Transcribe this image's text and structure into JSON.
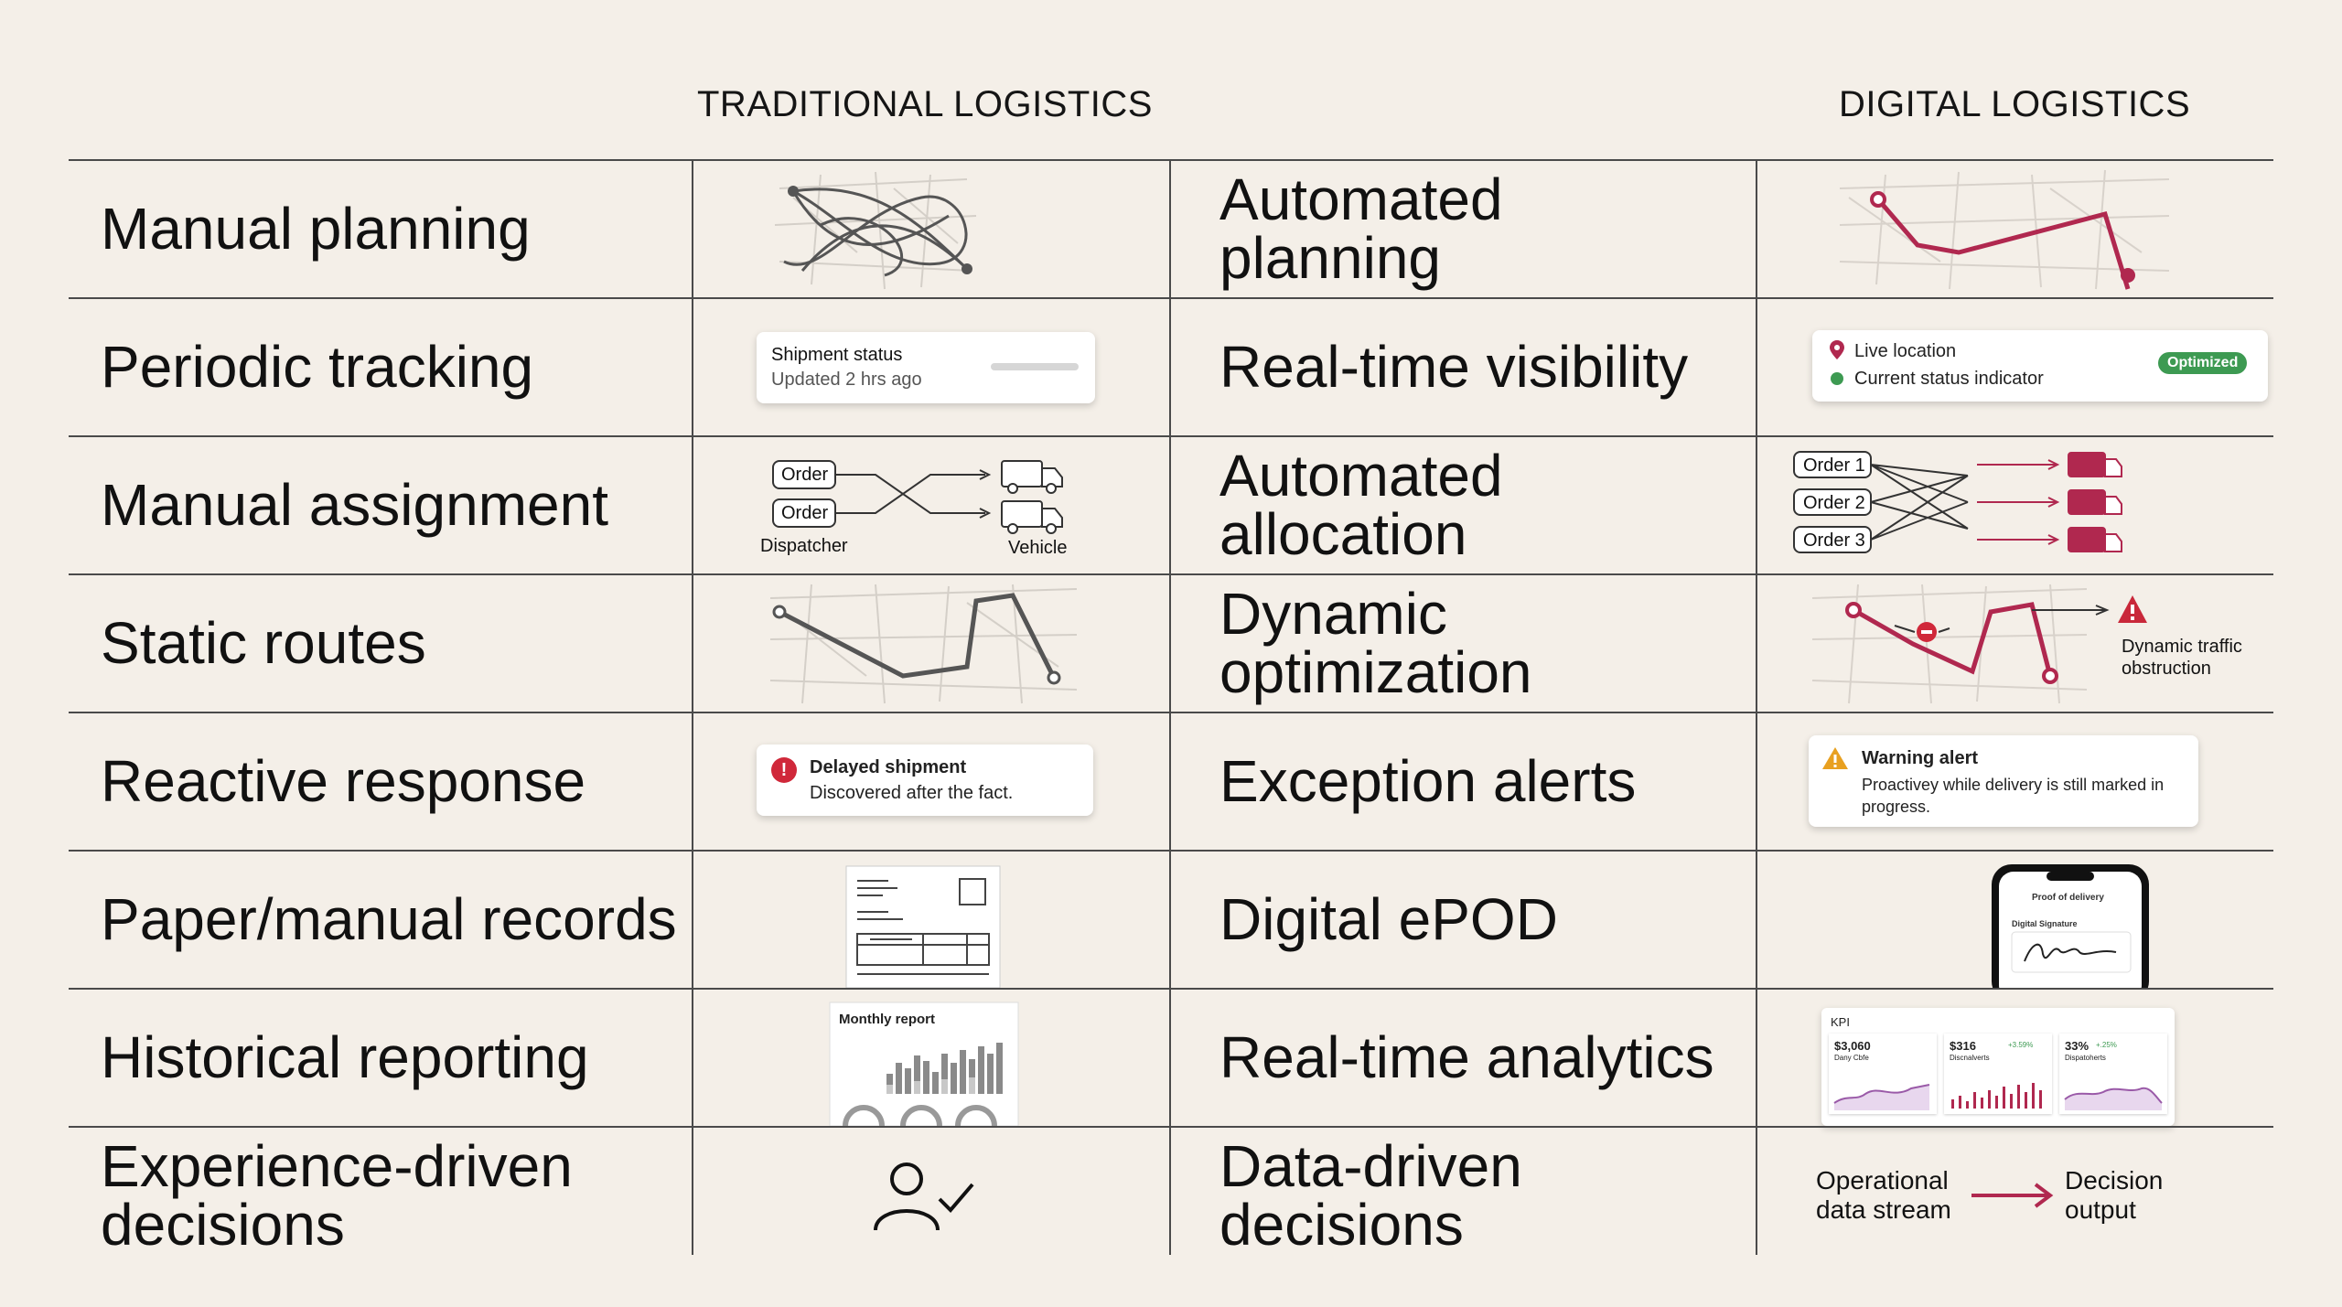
{
  "headers": {
    "traditional": "TRADITIONAL LOGISTICS",
    "digital": "DIGITAL LOGISTICS"
  },
  "rows": [
    {
      "traditional": "Manual planning",
      "digital": "Automated planning"
    },
    {
      "traditional": "Periodic tracking",
      "digital": "Real-time visibility"
    },
    {
      "traditional": "Manual assignment",
      "digital": "Automated allocation"
    },
    {
      "traditional": "Static routes",
      "digital": "Dynamic optimization"
    },
    {
      "traditional": "Reactive response",
      "digital": "Exception alerts"
    },
    {
      "traditional": "Paper/manual records",
      "digital": "Digital ePOD"
    },
    {
      "traditional": "Historical reporting",
      "digital": "Real-time analytics"
    },
    {
      "traditional": "Experience-driven decisions",
      "digital": "Data-driven decisions"
    }
  ],
  "tracking_card": {
    "title": "Shipment status",
    "subtitle": "Updated 2 hrs ago"
  },
  "visibility_card": {
    "line1": "Live location",
    "line2": "Current status indicator",
    "badge": "Optimized"
  },
  "assignment": {
    "order": "Order",
    "dispatcher": "Dispatcher",
    "vehicle": "Vehicle"
  },
  "allocation": {
    "orders": [
      "Order 1",
      "Order 2",
      "Order 3"
    ]
  },
  "dynamic": {
    "label": "Dynamic traffic obstruction"
  },
  "delayed_card": {
    "title": "Delayed shipment",
    "subtitle": "Discovered after the fact."
  },
  "warning_card": {
    "title": "Warning alert",
    "subtitle": "Proactivey while delivery is still marked in progress."
  },
  "epod": {
    "title": "Proof of delivery",
    "sig_label": "Digital Signature"
  },
  "report": {
    "title": "Monthly report"
  },
  "kpi": {
    "title": "KPI",
    "cards": [
      {
        "value": "$3,060",
        "label": "Dany Cbfe"
      },
      {
        "value": "$316",
        "label": "Discnalverts",
        "delta": "+3.59%"
      },
      {
        "value": "33%",
        "label": "Dispatoherts",
        "delta": "+.25%"
      }
    ]
  },
  "decision": {
    "from": "Operational data stream",
    "to": "Decision output"
  },
  "colors": {
    "accent": "#b0284f",
    "line": "#4a4a4a",
    "bg": "#f4efe8",
    "ok": "#3d9a52"
  }
}
